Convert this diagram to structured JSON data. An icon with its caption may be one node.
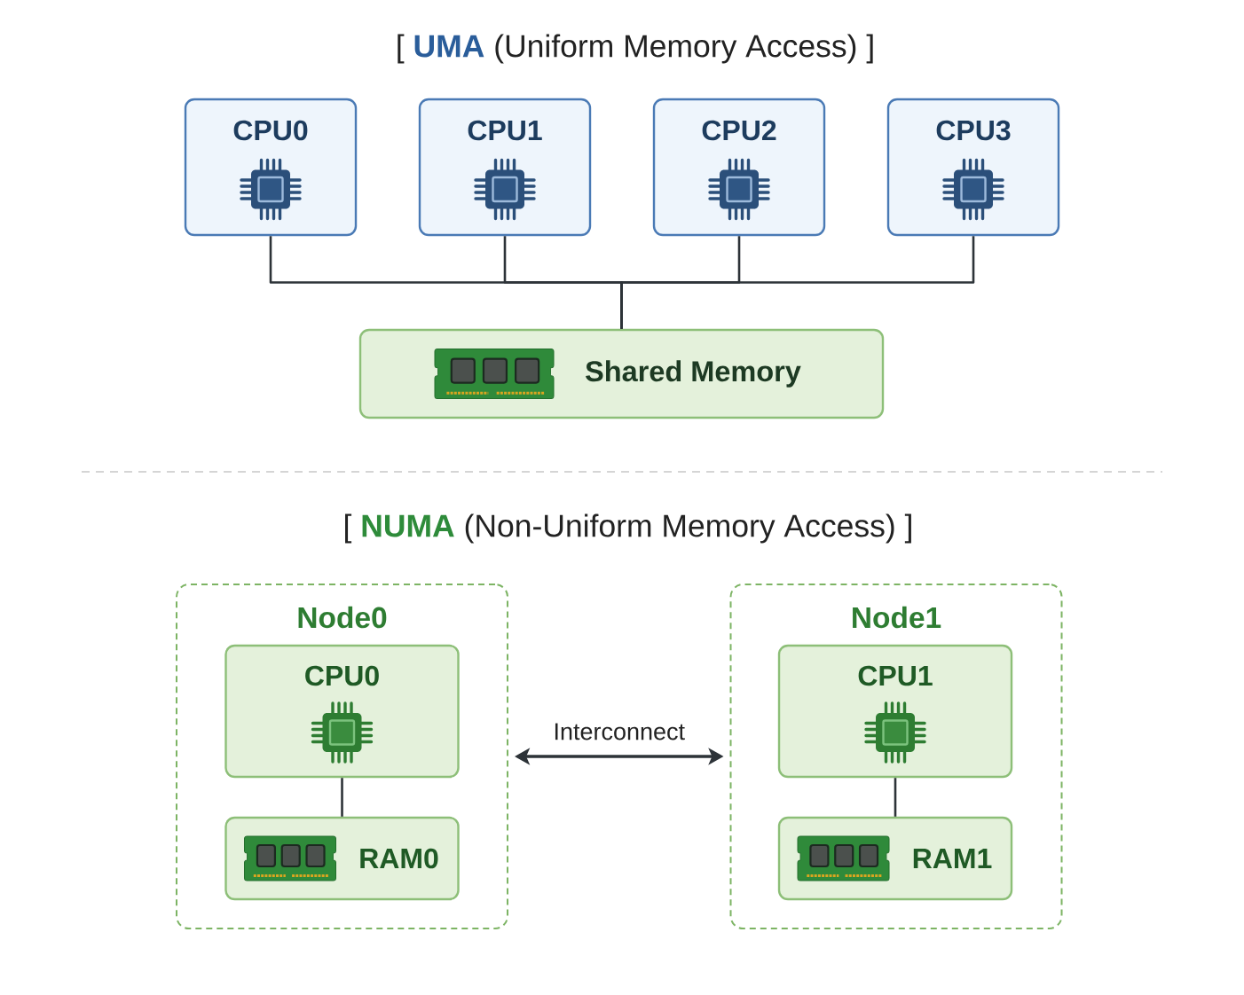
{
  "diagram": {
    "nodes": [
      {
        "text": [
          "CPU0"
        ]
      },
      {
        "text": [
          "CPU1"
        ]
      },
      {
        "text": [
          "CPU2"
        ]
      },
      {
        "text": [
          "CPU3"
        ]
      },
      {
        "text": [
          "Shared Memory"
        ]
      },
      {
        "text": [
          "Node0"
        ]
      },
      {
        "text": [
          "CPU0"
        ],
        "in": 5
      },
      {
        "text": [
          "RAM0"
        ],
        "in": 5
      },
      {
        "text": [
          "Node1"
        ]
      },
      {
        "text": [
          "CPU1"
        ],
        "in": 8
      },
      {
        "text": [
          "RAM1"
        ],
        "in": 8
      }
    ],
    "edges": [
      {
        "from": 0,
        "to": 4,
        "arrow": "none"
      },
      {
        "from": 1,
        "to": 4,
        "arrow": "none"
      },
      {
        "from": 2,
        "to": 4,
        "arrow": "none"
      },
      {
        "from": 3,
        "to": 4,
        "arrow": "none"
      },
      {
        "from": 6,
        "to": 7,
        "arrow": "none"
      },
      {
        "from": 9,
        "to": 10,
        "arrow": "none"
      },
      {
        "from": 5,
        "to": 8,
        "arrow": "both",
        "label": "Interconnect"
      }
    ],
    "labels": [
      "[ **UMA** (Uniform Memory Access) ]",
      "[ **NUMA** (Non-Uniform Memory Access) ]"
    ]
  }
}
